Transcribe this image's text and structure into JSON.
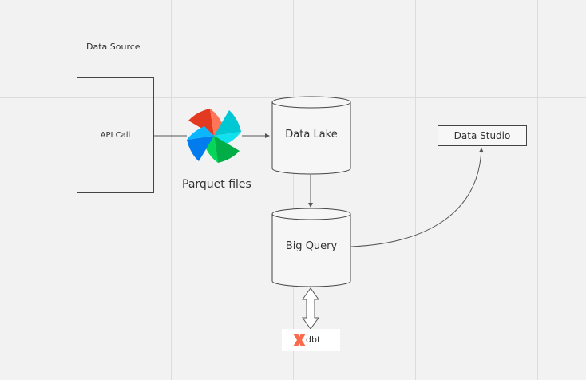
{
  "diagram": {
    "data_source_label": "Data Source",
    "api_call_label": "API Call",
    "parquet_label": "Parquet files",
    "data_lake_label": "Data Lake",
    "big_query_label": "Big Query",
    "data_studio_label": "Data Studio",
    "dbt_label": "dbt"
  },
  "icons": {
    "pipeline": "airflow-pinwheel-icon",
    "transform": "dbt-logo-icon"
  },
  "colors": {
    "canvas": "#f2f2f2",
    "grid": "#dcdcdc",
    "line": "#555555",
    "dbt_orange": "#ff694b",
    "airflow_red": "#e43921",
    "airflow_blue": "#017cee",
    "airflow_green": "#00ad46",
    "airflow_teal": "#04d1d9"
  }
}
